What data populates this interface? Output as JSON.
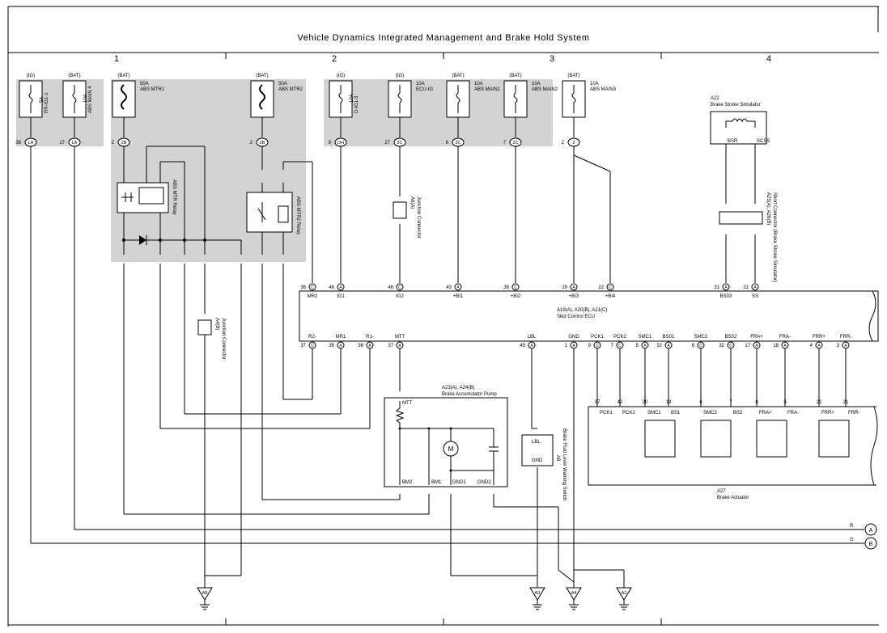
{
  "title": "Vehicle Dynamics Integrated Management and Brake Hold System",
  "columns": [
    "1",
    "2",
    "3",
    "4"
  ],
  "fuses": [
    {
      "id": "f1",
      "supply": "(IG)",
      "rating": "5A",
      "name": "RR-IG1-1",
      "conn_pin": "38",
      "conn": "LA"
    },
    {
      "id": "f2",
      "supply": "(BAT)",
      "rating": "10A",
      "name": "ABS MAIN 4",
      "conn_pin": "17",
      "conn": "LA"
    },
    {
      "id": "f3",
      "supply": "(BAT)",
      "rating": "50A",
      "name": "ABS MTR1",
      "conn_pin": "2",
      "conn": "2B"
    },
    {
      "id": "f4",
      "supply": "(BAT)",
      "rating": "50A",
      "name": "ABS MTR2",
      "conn_pin": "2",
      "conn": "2B"
    },
    {
      "id": "f5",
      "supply": "(IG)",
      "rating": "10A",
      "name": "D-IG1-3",
      "conn_pin": "9",
      "conn": "DH"
    },
    {
      "id": "f6",
      "supply": "(IG)",
      "rating": "10A",
      "name": "ECU-IG",
      "conn_pin": "27",
      "conn": "2C"
    },
    {
      "id": "f7",
      "supply": "(BAT)",
      "rating": "10A",
      "name": "ABS MAIN1",
      "conn_pin": "6",
      "conn": "2C"
    },
    {
      "id": "f8",
      "supply": "(BAT)",
      "rating": "10A",
      "name": "ABS MAIN2",
      "conn_pin": "7",
      "conn": "2C"
    },
    {
      "id": "f9",
      "supply": "(BAT)",
      "rating": "10A",
      "name": "ABS MAIN3",
      "conn_pin": "2",
      "conn": "2"
    }
  ],
  "relays": {
    "mtr": "ABS MTR Relay",
    "mtr2": "ABS MTR2 Relay"
  },
  "junction_a": {
    "name": "A6(A)",
    "desc": "Junction Connector"
  },
  "junction_b": {
    "name": "A4(B)",
    "desc": "Junction Connector"
  },
  "simulator": {
    "id": "A22",
    "name": "Brake Stroke Simulator",
    "pins": [
      "BSR",
      "SCSS"
    ]
  },
  "short_connector": {
    "id": "A25(A), A26(B)",
    "desc": "Short Connector (Brake Stroke Simulator)"
  },
  "ecu": {
    "id": "A19(A), A20(B), A21(C)",
    "name": "Skid Control ECU",
    "top_pins": [
      {
        "pin": "36",
        "conn": "C",
        "name": "MR2"
      },
      {
        "pin": "46",
        "conn": "A",
        "name": "IG1"
      },
      {
        "pin": "46",
        "conn": "C",
        "name": "IG2"
      },
      {
        "pin": "43",
        "conn": "A",
        "name": "+BI1"
      },
      {
        "pin": "38",
        "conn": "C",
        "name": "+BI2"
      },
      {
        "pin": "29",
        "conn": "A",
        "name": "+BI3"
      },
      {
        "pin": "22",
        "conn": "C",
        "name": "+BI4"
      },
      {
        "pin": "31",
        "conn": "A",
        "name": "BS03"
      },
      {
        "pin": "21",
        "conn": "A",
        "name": "SS"
      }
    ],
    "bottom_pins": [
      {
        "pin": "37",
        "conn": "C",
        "name": "R2-"
      },
      {
        "pin": "35",
        "conn": "A",
        "name": "MR1"
      },
      {
        "pin": "36",
        "conn": "A",
        "name": "R1-"
      },
      {
        "pin": "37",
        "conn": "A",
        "name": "MTT"
      },
      {
        "pin": "45",
        "conn": "A",
        "name": "LBL"
      },
      {
        "pin": "1",
        "conn": "A",
        "name": "GND"
      },
      {
        "pin": "9",
        "conn": "C",
        "name": "PCK1"
      },
      {
        "pin": "7",
        "conn": "C",
        "name": "PCK2"
      },
      {
        "pin": "5",
        "conn": "A",
        "name": "SMC1"
      },
      {
        "pin": "32",
        "conn": "A",
        "name": "BS01"
      },
      {
        "pin": "6",
        "conn": "C",
        "name": "SMC2"
      },
      {
        "pin": "32",
        "conn": "C",
        "name": "BS02"
      },
      {
        "pin": "17",
        "conn": "A",
        "name": "FRA+"
      },
      {
        "pin": "18",
        "conn": "A",
        "name": "FRA-"
      },
      {
        "pin": "4",
        "conn": "A",
        "name": "FRR+"
      },
      {
        "pin": "3",
        "conn": "A",
        "name": "FRR-"
      }
    ]
  },
  "pump": {
    "id": "A23(A), A24(B)",
    "name": "Brake Accumulator Pump",
    "pins": [
      "MTT",
      "BM2",
      "BM1",
      "GND1",
      "GND2"
    ],
    "motor": "M"
  },
  "level_switch": {
    "id": "A8",
    "name": "Brake Fluid Level Warning Switch",
    "pins": [
      "LBL",
      "GND"
    ]
  },
  "actuator": {
    "id": "A27",
    "name": "Brake Actuator",
    "pins": [
      {
        "num": "37",
        "name": "PCK1"
      },
      {
        "num": "42",
        "name": "PCK2"
      },
      {
        "num": "20",
        "name": "SMC1"
      },
      {
        "num": "19",
        "name": "BS1"
      },
      {
        "num": "6",
        "name": "SMC2"
      },
      {
        "num": "7",
        "name": "BS2"
      },
      {
        "num": "8",
        "name": "FRA+"
      },
      {
        "num": "5",
        "name": "FRA-"
      },
      {
        "num": "22",
        "name": "FRR+"
      },
      {
        "num": "21",
        "name": "FRR-"
      }
    ]
  },
  "grounds": [
    "A8",
    "A3",
    "A4",
    "A2"
  ],
  "connectors_out": [
    {
      "wire": "R",
      "id": "A"
    },
    {
      "wire": "G",
      "id": "B"
    }
  ]
}
